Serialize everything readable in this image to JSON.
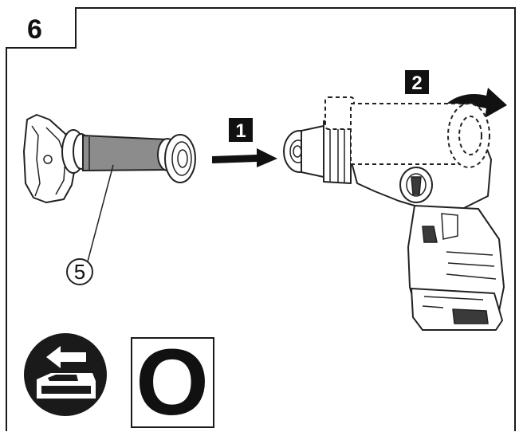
{
  "step": {
    "number": "6"
  },
  "badges": {
    "one": "1",
    "two": "2"
  },
  "callout": {
    "label": "5"
  },
  "mode_box": {
    "symbol": "O"
  },
  "icons": {
    "attach_arrow": "arrow-right-icon",
    "rotate_arrow": "rotate-arrow-icon",
    "battery_removed": "battery-removed-icon"
  },
  "colors": {
    "line": "#1a1a1a",
    "grip": "#8c8c8c",
    "badge": "#111111"
  }
}
